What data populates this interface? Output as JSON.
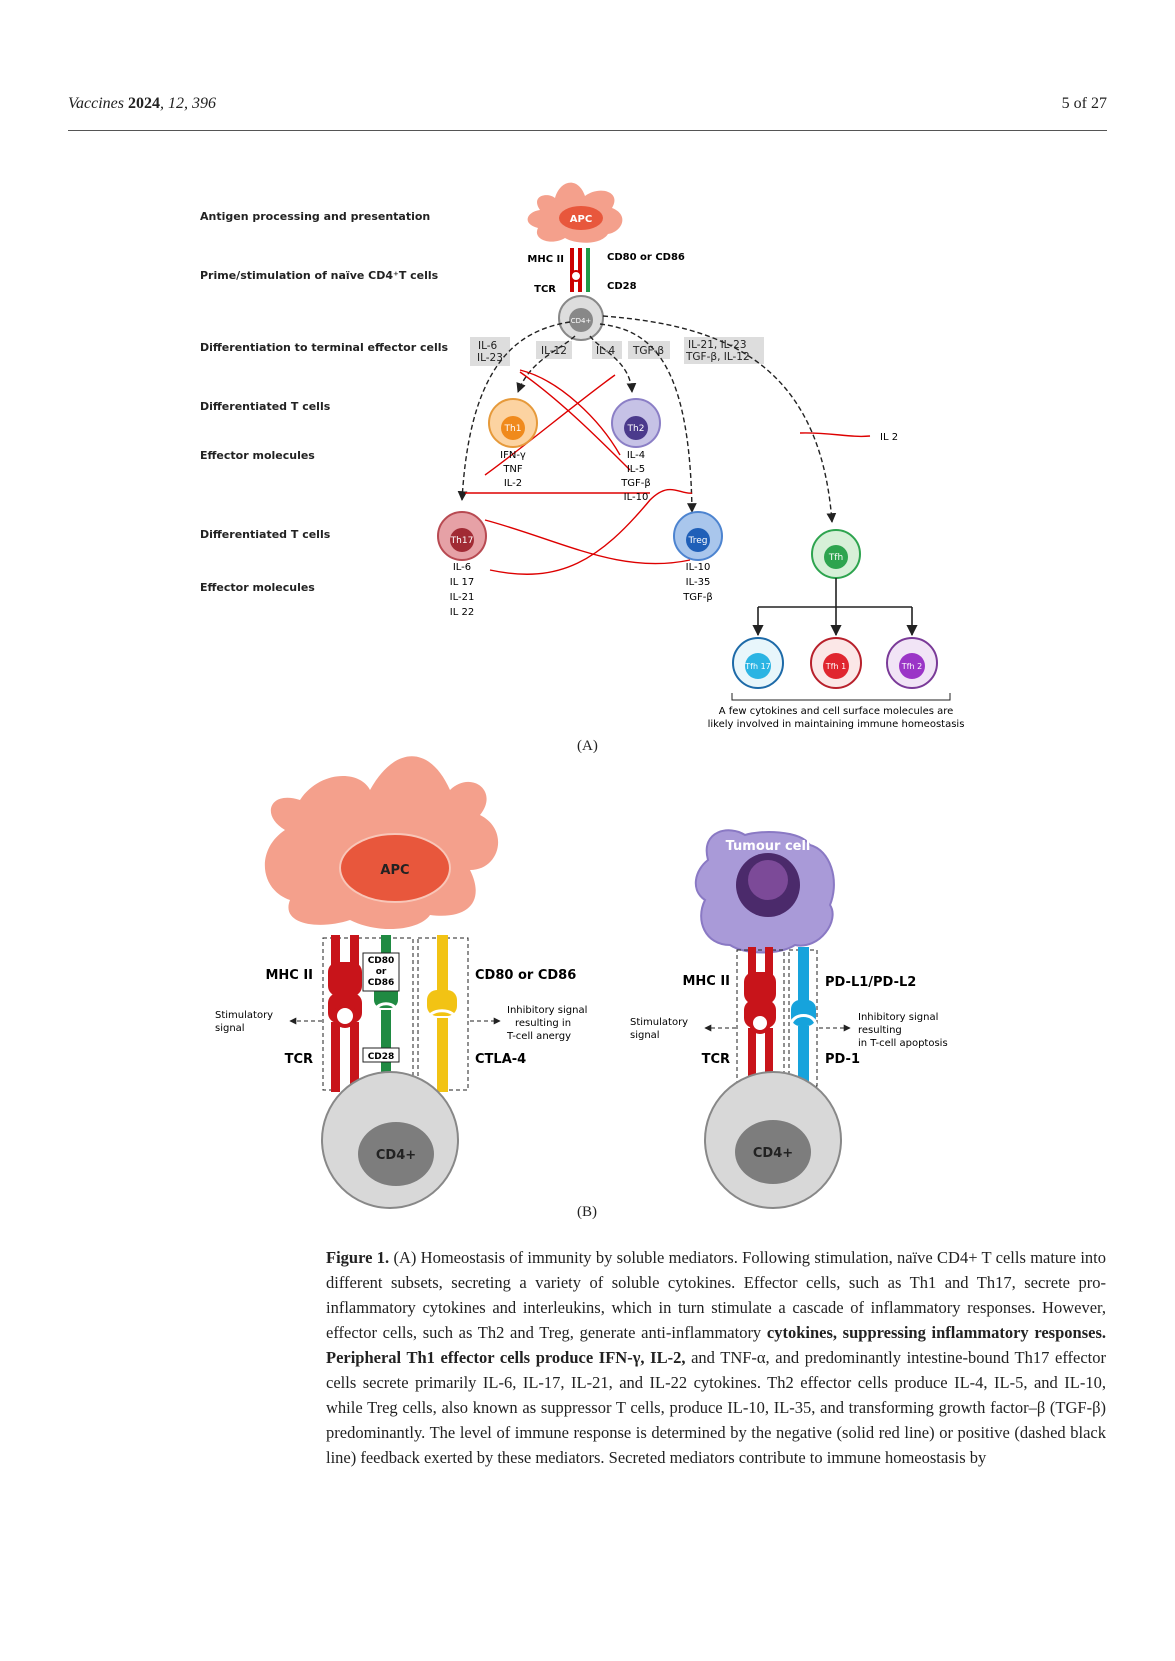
{
  "header": {
    "journal": "Vaccines",
    "year": "2024",
    "volume_issue": ", 12, 396",
    "page": "5 of 27"
  },
  "panel_a": {
    "rows": [
      "Antigen processing and presentation",
      "Prime/stimulation of naïve CD4⁺T cells",
      "Differentiation to terminal effector cells",
      "Differentiated T cells",
      "Effector molecules",
      "Differentiated T cells",
      "Effector molecules"
    ],
    "apc": "APC",
    "mhc": "MHC II",
    "tcr": "TCR",
    "cd80": "CD80 or CD86",
    "cd28": "CD28",
    "cd4": "CD4+",
    "cytokine_boxes": [
      [
        "IL-6",
        "IL-23"
      ],
      [
        "IL-12"
      ],
      [
        "IL-4"
      ],
      [
        "TGF-β"
      ],
      [
        "IL-21, IL-23",
        "TGF-β, IL-12"
      ]
    ],
    "th1": "Th1",
    "th2": "Th2",
    "th17": "Th17",
    "treg": "Treg",
    "tfh": "Tfh",
    "th1_effectors": [
      "IFN-γ",
      "TNF",
      "IL-2"
    ],
    "th2_effectors": [
      "IL-4",
      "IL-5",
      "TGF-β",
      "IL-10"
    ],
    "th17_effectors": [
      "IL-6",
      "IL 17",
      "IL-21",
      "IL 22"
    ],
    "treg_effectors": [
      "IL-10",
      "IL-35",
      "TGF-β"
    ],
    "il2_tag": "IL 2",
    "tfh_subsets": [
      "Tfh 17",
      "Tfh 1",
      "Tfh 2"
    ],
    "note": [
      "A few cytokines and cell surface molecules are",
      "likely involved in maintaining immune homeostasis"
    ],
    "label": "(A)"
  },
  "panel_b": {
    "apc": "APC",
    "tumour": "Tumour cell",
    "left": {
      "mhc": "MHC II",
      "tcr": "TCR",
      "cd80_box": [
        "CD80",
        "or",
        "CD86"
      ],
      "cd28": "CD28",
      "cd80_right": "CD80 or CD86",
      "ctla4": "CTLA-4",
      "stim": [
        "Stimulatory",
        "signal"
      ],
      "inhib": [
        "Inhibitory signal",
        "resulting in",
        "T-cell anergy"
      ],
      "cd4": "CD4+"
    },
    "right": {
      "mhc": "MHC II",
      "tcr": "TCR",
      "pdl": "PD-L1/PD-L2",
      "pd1": "PD-1",
      "stim": [
        "Stimulatory",
        "signal"
      ],
      "inhib": [
        "Inhibitory signal",
        "resulting",
        "in T-cell apoptosis"
      ],
      "cd4": "CD4+"
    },
    "label": "(B)"
  },
  "caption": {
    "label": "Figure 1.",
    "p1": " (A) Homeostasis of immunity by soluble mediators. Following stimulation, naïve CD4+ T cells mature into different subsets, secreting a variety of soluble cytokines. Effector cells, such as Th1 and Th17, secrete pro-inflammatory cytokines and interleukins, which in turn stimulate a cascade of inflammatory responses. However, effector cells, such as Th2 and Treg, generate anti-inflammatory ",
    "bold": "cytokines, suppressing inflammatory responses. Peripheral Th1 effector cells produce IFN-γ, IL-2,",
    "p2": " and TNF-α, and predominantly intestine-bound Th17 effector cells secrete primarily IL-6, IL-17, IL-21, and IL-22 cytokines. Th2 effector cells produce IL-4, IL-5, and IL-10, while Treg cells, also known as suppressor T cells, produce IL-10, IL-35, and transforming growth factor–β (TGF-β) predominantly. The level of immune response is determined by the negative (solid red line) or positive (dashed black line) feedback exerted by these mediators. Secreted mediators contribute to immune homeostasis by"
  }
}
